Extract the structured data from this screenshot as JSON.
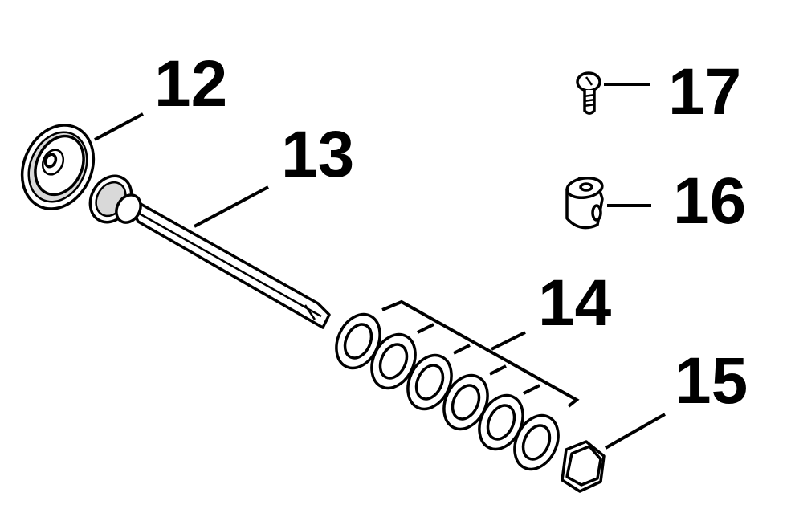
{
  "callouts": {
    "c12": "12",
    "c13": "13",
    "c14": "14",
    "c15": "15",
    "c16": "16",
    "c17": "17"
  },
  "colors": {
    "line": "#000000",
    "background": "#ffffff",
    "shade": "#d9d9d9"
  }
}
